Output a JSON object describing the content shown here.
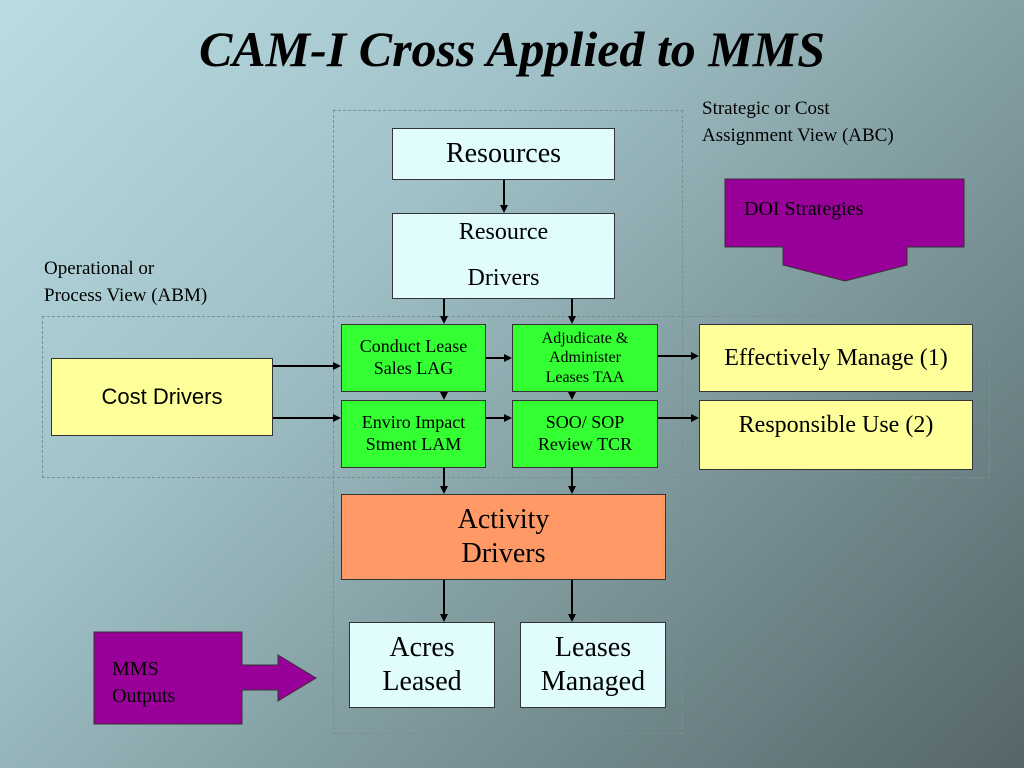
{
  "title": "CAM-I Cross Applied to MMS",
  "notes": {
    "strategic_line1": "Strategic or Cost",
    "strategic_line2": "Assignment View (ABC)",
    "operational_line1": "Operational or",
    "operational_line2": "Process View (ABM)"
  },
  "boxes": {
    "resources": "Resources",
    "resource_drivers_line1": "Resource",
    "resource_drivers_line2": "Drivers",
    "doi_strategies": "DOI Strategies",
    "cost_drivers": "Cost Drivers",
    "conduct_lease_line1": "Conduct Lease",
    "conduct_lease_line2": "Sales LAG",
    "adjudicate_line1": "Adjudicate &",
    "adjudicate_line2": "Administer",
    "adjudicate_line3": "Leases TAA",
    "enviro_line1": "Enviro Impact",
    "enviro_line2": "Stment LAM",
    "soo_line1": "SOO/ SOP",
    "soo_line2": "Review TCR",
    "effectively_manage": "Effectively Manage (1)",
    "responsible_use": "Responsible Use (2)",
    "activity_drivers_line1": "Activity",
    "activity_drivers_line2": "Drivers",
    "acres_leased_line1": "Acres",
    "acres_leased_line2": "Leased",
    "leases_managed_line1": "Leases",
    "leases_managed_line2": "Managed",
    "mms_outputs_line1": "MMS",
    "mms_outputs_line2": "Outputs"
  },
  "colors": {
    "cyan": "#e0fcfc",
    "green": "#33ff33",
    "yellow": "#ffff99",
    "orange": "#ff9966",
    "purple": "#990099"
  }
}
